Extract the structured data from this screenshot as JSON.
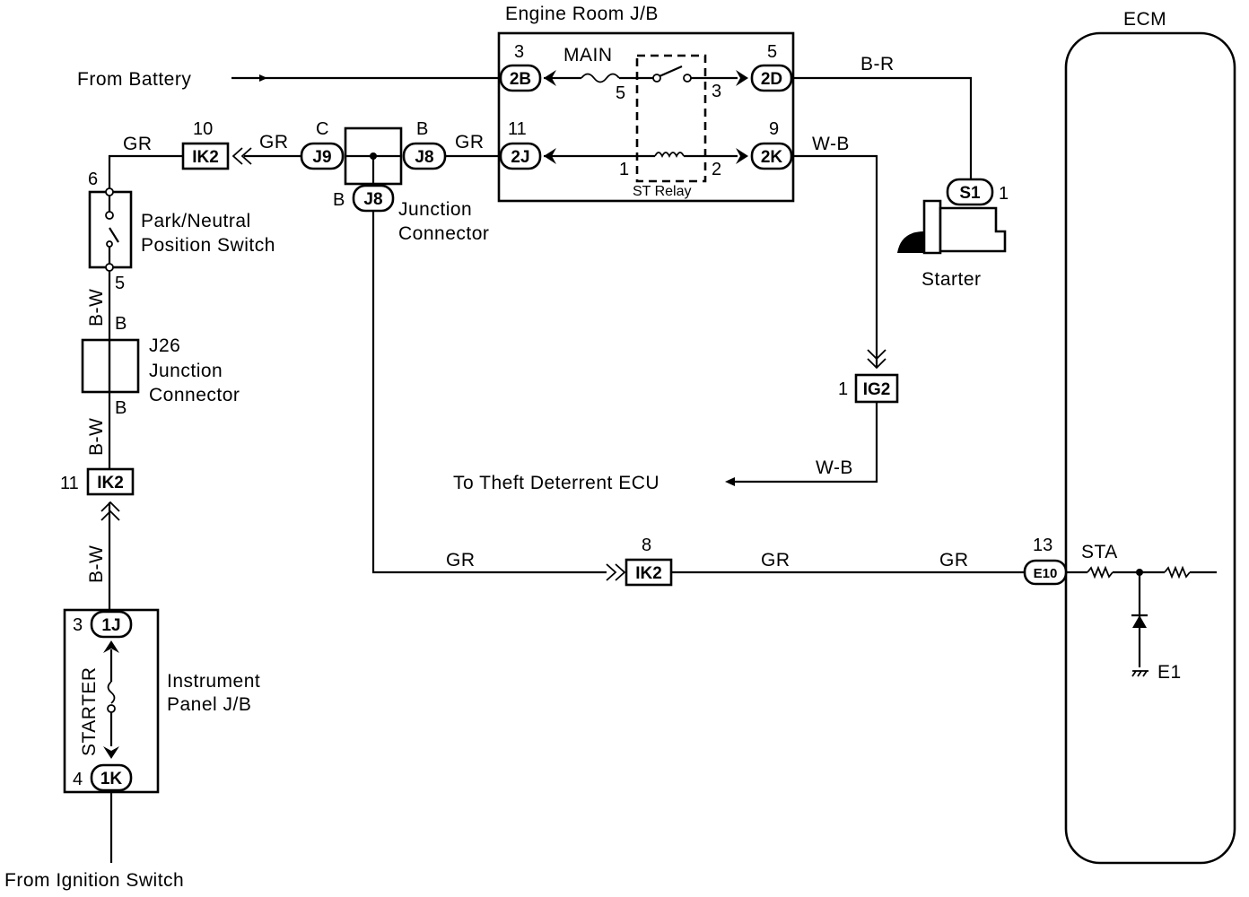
{
  "labels": {
    "engine_room_jb": "Engine Room J/B",
    "ecm": "ECM",
    "from_battery": "From Battery",
    "main": "MAIN",
    "st_relay": "ST Relay",
    "park_neutral_1": "Park/Neutral",
    "park_neutral_2": "Position Switch",
    "junction_connector_1": "Junction",
    "junction_connector_2": "Connector",
    "j26": "J26",
    "j26_junction": "Junction",
    "j26_connector": "Connector",
    "starter": "Starter",
    "instrument_panel_1": "Instrument",
    "instrument_panel_2": "Panel J/B",
    "starter_fuse": "STARTER",
    "to_theft": "To Theft Deterrent ECU",
    "from_ignition": "From Ignition Switch",
    "sta": "STA",
    "e1": "E1"
  },
  "connectors": {
    "c_2b": "2B",
    "c_2d": "2D",
    "c_2j": "2J",
    "c_2k": "2K",
    "c_ik2_top": "IK2",
    "c_j9": "J9",
    "c_j8_right": "J8",
    "c_j8_bottom": "J8",
    "c_s1": "S1",
    "c_ig2": "IG2",
    "c_ik2_left": "IK2",
    "c_ik2_bottom": "IK2",
    "c_1j": "1J",
    "c_1k": "1K",
    "c_e10": "E10"
  },
  "pins": {
    "p_2b": "3",
    "p_2d": "5",
    "p_2j": "11",
    "p_2k": "9",
    "relay_5": "5",
    "relay_3": "3",
    "relay_1": "1",
    "relay_2": "2",
    "p_ik2_top": "10",
    "p_j9": "C",
    "p_j8_right": "B",
    "p_j8_bottom": "B",
    "p_s1": "1",
    "p_ig2": "1",
    "p_ik2_left": "11",
    "p_ik2_bottom": "8",
    "p_1j": "3",
    "p_1k": "4",
    "p_e10": "13",
    "pns_6": "6",
    "pns_5": "5",
    "j26_b_top": "B",
    "j26_b_bottom": "B"
  },
  "wires": {
    "b_r": "B-R",
    "w_b_top": "W-B",
    "w_b_bottom": "W-B",
    "gr_1": "GR",
    "gr_2": "GR",
    "gr_3": "GR",
    "gr_bottom_1": "GR",
    "gr_bottom_2": "GR",
    "gr_bottom_3": "GR",
    "b_w_1": "B-W",
    "b_w_2": "B-W",
    "b_w_3": "B-W"
  }
}
